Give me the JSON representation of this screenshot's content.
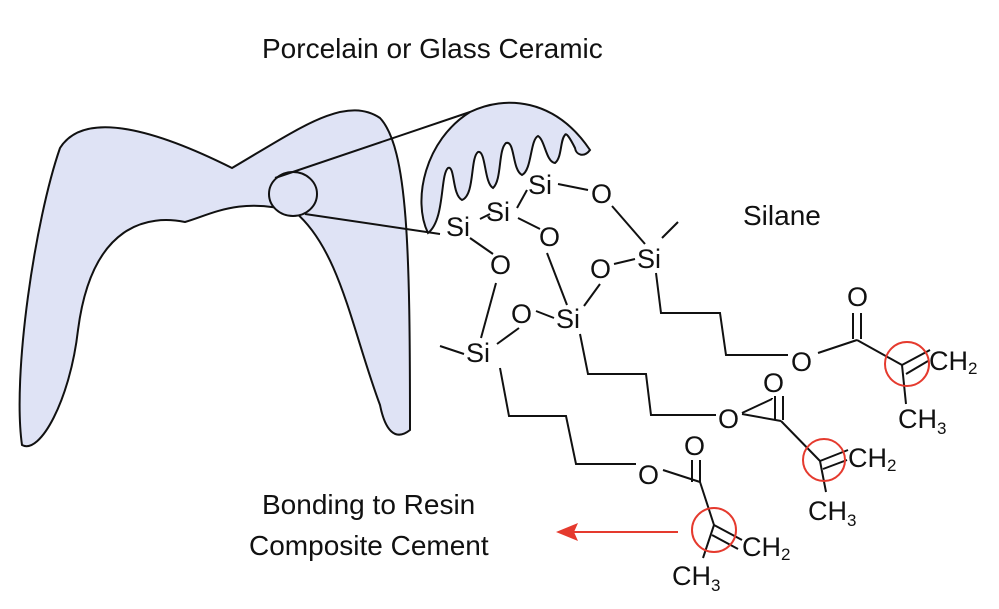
{
  "labels": {
    "title": "Porcelain or Glass Ceramic",
    "silane": "Silane",
    "bonding_line1": "Bonding to Resin",
    "bonding_line2": "Composite Cement"
  },
  "atoms": {
    "si": "Si",
    "o": "O",
    "ch": "CH",
    "sub2": "2",
    "sub3": "3"
  },
  "colors": {
    "ceramic_fill": "#dfe3f5",
    "line": "#111111",
    "highlight_red": "#e53a2e"
  }
}
